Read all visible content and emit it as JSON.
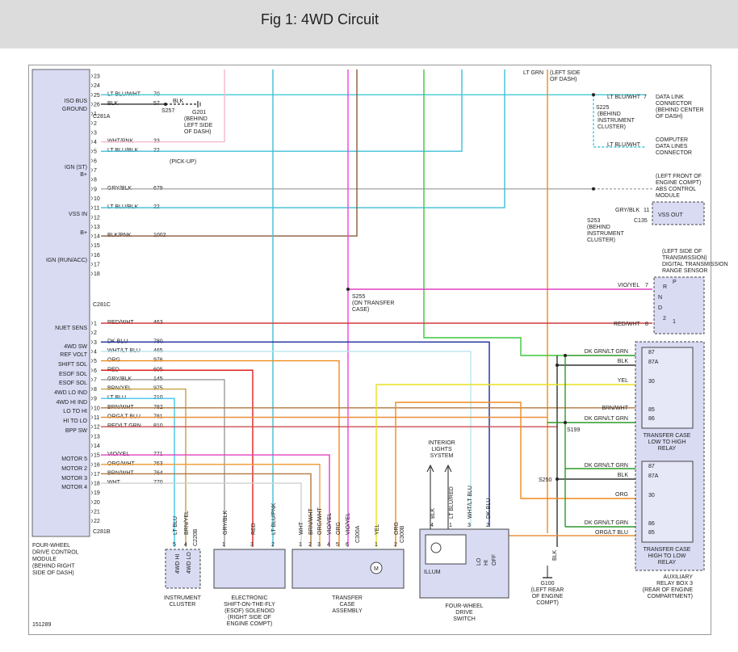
{
  "title": "Fig 1: 4WD Circuit",
  "figure_number": "151289",
  "module": {
    "name_lines": [
      "FOUR-WHEEL",
      "DRIVE CONTROL",
      "MODULE",
      "(BEHIND RIGHT",
      "SIDE OF DASH)"
    ],
    "connectors": [
      "C281A",
      "C281C",
      "C281B"
    ],
    "labels": [
      "ISO BUS",
      "GROUND",
      "IGN (ST)",
      "B+",
      "VSS IN",
      "B+",
      "IGN (RUN/ACC)",
      "NUET SENS",
      "4WD SW",
      "REF VOLT",
      "SHIFT SOL",
      "ESOF SOL",
      "ESOF SOL",
      "4WD LO IND",
      "4WD HI IND",
      "LO TO HI",
      "HI TO LO",
      "BPP SW",
      "MOTOR 5",
      "MOTOR 2",
      "MOTOR 3",
      "MOTOR 4"
    ]
  },
  "pins_a": [
    {
      "num": "23",
      "wire": "",
      "circuit": ""
    },
    {
      "num": "24",
      "wire": "",
      "circuit": ""
    },
    {
      "num": "25",
      "wire": "LT BLU/WHT",
      "circuit": "70"
    },
    {
      "num": "26",
      "wire": "BLK",
      "circuit": "57"
    },
    {
      "num": "1",
      "wire": "",
      "circuit": ""
    },
    {
      "num": "2",
      "wire": "",
      "circuit": ""
    },
    {
      "num": "3",
      "wire": "",
      "circuit": ""
    },
    {
      "num": "4",
      "wire": "WHT/PNK",
      "circuit": "33"
    },
    {
      "num": "5",
      "wire": "LT BLU/BLK",
      "circuit": "22"
    },
    {
      "num": "6",
      "wire": "",
      "circuit": ""
    },
    {
      "num": "7",
      "wire": "",
      "circuit": ""
    },
    {
      "num": "8",
      "wire": "",
      "circuit": ""
    },
    {
      "num": "9",
      "wire": "GRY/BLK",
      "circuit": "679"
    },
    {
      "num": "10",
      "wire": "",
      "circuit": ""
    },
    {
      "num": "11",
      "wire": "LT BLU/BLK",
      "circuit": "22"
    },
    {
      "num": "12",
      "wire": "",
      "circuit": ""
    },
    {
      "num": "13",
      "wire": "",
      "circuit": ""
    },
    {
      "num": "14",
      "wire": "BLK/PNK",
      "circuit": "1002"
    },
    {
      "num": "15",
      "wire": "",
      "circuit": ""
    },
    {
      "num": "16",
      "wire": "",
      "circuit": ""
    },
    {
      "num": "17",
      "wire": "",
      "circuit": ""
    },
    {
      "num": "18",
      "wire": "",
      "circuit": ""
    }
  ],
  "pins_c": [
    {
      "num": "1",
      "wire": "RED/WHT",
      "circuit": "463"
    },
    {
      "num": "2",
      "wire": "",
      "circuit": ""
    },
    {
      "num": "3",
      "wire": "DK BLU",
      "circuit": "780"
    },
    {
      "num": "4",
      "wire": "WHT/LT BLU",
      "circuit": "465"
    },
    {
      "num": "5",
      "wire": "ORG",
      "circuit": "976"
    },
    {
      "num": "6",
      "wire": "RED",
      "circuit": "605"
    },
    {
      "num": "7",
      "wire": "GRY/BLK",
      "circuit": "145"
    },
    {
      "num": "8",
      "wire": "BRN/YEL",
      "circuit": "975"
    },
    {
      "num": "9",
      "wire": "LT BLU",
      "circuit": "210"
    },
    {
      "num": "10",
      "wire": "BRN/WHT",
      "circuit": "782"
    },
    {
      "num": "11",
      "wire": "ORG/LT BLU",
      "circuit": "781"
    },
    {
      "num": "12",
      "wire": "RED/LT GRN",
      "circuit": "810"
    },
    {
      "num": "13",
      "wire": "",
      "circuit": ""
    },
    {
      "num": "14",
      "wire": "",
      "circuit": ""
    },
    {
      "num": "15",
      "wire": "VIO/YEL",
      "circuit": "771"
    },
    {
      "num": "16",
      "wire": "ORG/WHT",
      "circuit": "763"
    },
    {
      "num": "17",
      "wire": "BRN/WHT",
      "circuit": "764"
    },
    {
      "num": "18",
      "wire": "WHT",
      "circuit": "770"
    },
    {
      "num": "19",
      "wire": "",
      "circuit": ""
    },
    {
      "num": "20",
      "wire": "",
      "circuit": ""
    },
    {
      "num": "21",
      "wire": "",
      "circuit": ""
    },
    {
      "num": "22",
      "wire": "",
      "circuit": ""
    }
  ],
  "pin_note_pickup": "(PICK-UP)",
  "splices": {
    "s257": "S257",
    "g201": "G201",
    "g201_loc": [
      "(BEHIND",
      "LEFT SIDE",
      "OF DASH)"
    ],
    "s225": "S225",
    "s225_loc": [
      "(BEHIND",
      "INSTRUMENT",
      "CLUSTER)"
    ],
    "s253": "S253",
    "s253_loc": [
      "(BEHIND",
      "INSTRUMENT",
      "CLUSTER)"
    ],
    "s255": "S255",
    "s255_loc": [
      "(ON TRANSFER",
      "CASE)"
    ],
    "s199": "S199",
    "s250": "S250",
    "g100": "G100",
    "g100_loc": [
      "(LEFT REAR",
      "OF ENGINE",
      "COMPT)"
    ]
  },
  "top_wire": {
    "color": "LT GRN",
    "loc": [
      "(LEFT SIDE",
      "OF DASH)"
    ]
  },
  "dlc": {
    "wire": "LT BLU/WHT",
    "pin": "7",
    "name": [
      "DATA LINK",
      "CONNECTOR",
      "(BEHIND CENTER",
      "OF DASH)"
    ],
    "wire2": "LT BLU/WHT",
    "name2": [
      "COMPUTER",
      "DATA LINES",
      "CONNECTOR"
    ]
  },
  "abs": {
    "loc": [
      "(LEFT FRONT OF",
      "ENGINE COMPT)",
      "ABS CONTROL",
      "MODULE"
    ],
    "wire": "GRY/BLK",
    "pin": "11",
    "connector": "C135",
    "label": "VSS OUT"
  },
  "dtrs": {
    "loc": [
      "(LEFT SIDE OF",
      "TRANSMISSION)",
      "DIGITAL TRANSMISSION",
      "RANGE SENSOR"
    ],
    "wire1": "VIO/YEL",
    "pin1": "7",
    "wire2": "RED/WHT",
    "pin2": "8",
    "positions": [
      "P",
      "R",
      "N",
      "D",
      "2",
      "1"
    ]
  },
  "relay_box": {
    "name": [
      "AUXILIARY",
      "RELAY BOX 3",
      "(REAR OF ENGINE",
      "COMPARTMENT)"
    ],
    "relay1_name": [
      "TRANSFER CASE",
      "LOW TO HIGH",
      "RELAY"
    ],
    "relay2_name": [
      "TRANSFER CASE",
      "HIGH TO LOW",
      "RELAY"
    ],
    "relay1_wires": [
      "DK GRN/LT GRN",
      "BLK",
      "YEL",
      "BRN/WHT",
      "DK GRN/LT GRN"
    ],
    "relay2_wires": [
      "DK GRN/LT GRN",
      "BLK",
      "ORG",
      "DK GRN/LT GRN",
      "ORG/LT BLU"
    ],
    "pins": [
      "87",
      "87A",
      "30",
      "85",
      "86"
    ],
    "pins2": [
      "87",
      "87A",
      "30",
      "86",
      "85"
    ]
  },
  "instrument_cluster": {
    "name": [
      "INSTRUMENT",
      "CLUSTER"
    ],
    "wires": [
      "LT BLU",
      "BRN/YEL"
    ],
    "pins": [
      "5",
      "4"
    ],
    "connector": "C220B",
    "lamps": [
      "4WD HI",
      "4WD LO"
    ]
  },
  "esof": {
    "name": [
      "ELECTRONIC",
      "SHIFT-ON-THE-FLY",
      "(ESOF) SOLENOID",
      "(RIGHT SIDE OF",
      "ENGINE COMPT)"
    ],
    "wires": [
      "GRY/BLK",
      "RED",
      "LT BLU/PNK"
    ],
    "pins": [
      "1",
      "3",
      "2"
    ]
  },
  "transfer_case": {
    "name": [
      "TRANSFER",
      "CASE",
      "ASSEMBLY"
    ],
    "wires": [
      "WHT",
      "BRN/WHT",
      "ORG/WHT",
      "VIO/YEL",
      "ORG",
      "VIO/YEL",
      "YEL",
      "ORG"
    ],
    "pins": [
      "1",
      "2",
      "3",
      "4",
      "5",
      "6",
      "1",
      "2"
    ],
    "connectors": [
      "C300A",
      "C300B"
    ]
  },
  "illum": {
    "name": [
      "INTERIOR",
      "LIGHTS",
      "SYSTEM"
    ]
  },
  "fwd_switch": {
    "name": [
      "FOUR-WHEEL",
      "DRIVE",
      "SWITCH"
    ],
    "wires": [
      "BLK",
      "LT BLU/RED",
      "WHT/LT BLU",
      "DK BLU"
    ],
    "pins": [
      "4",
      "1",
      "3",
      "2"
    ],
    "illum_label": "ILLUM",
    "positions": [
      "LO",
      "HI",
      "OFF"
    ]
  },
  "g100_wire": "BLK"
}
